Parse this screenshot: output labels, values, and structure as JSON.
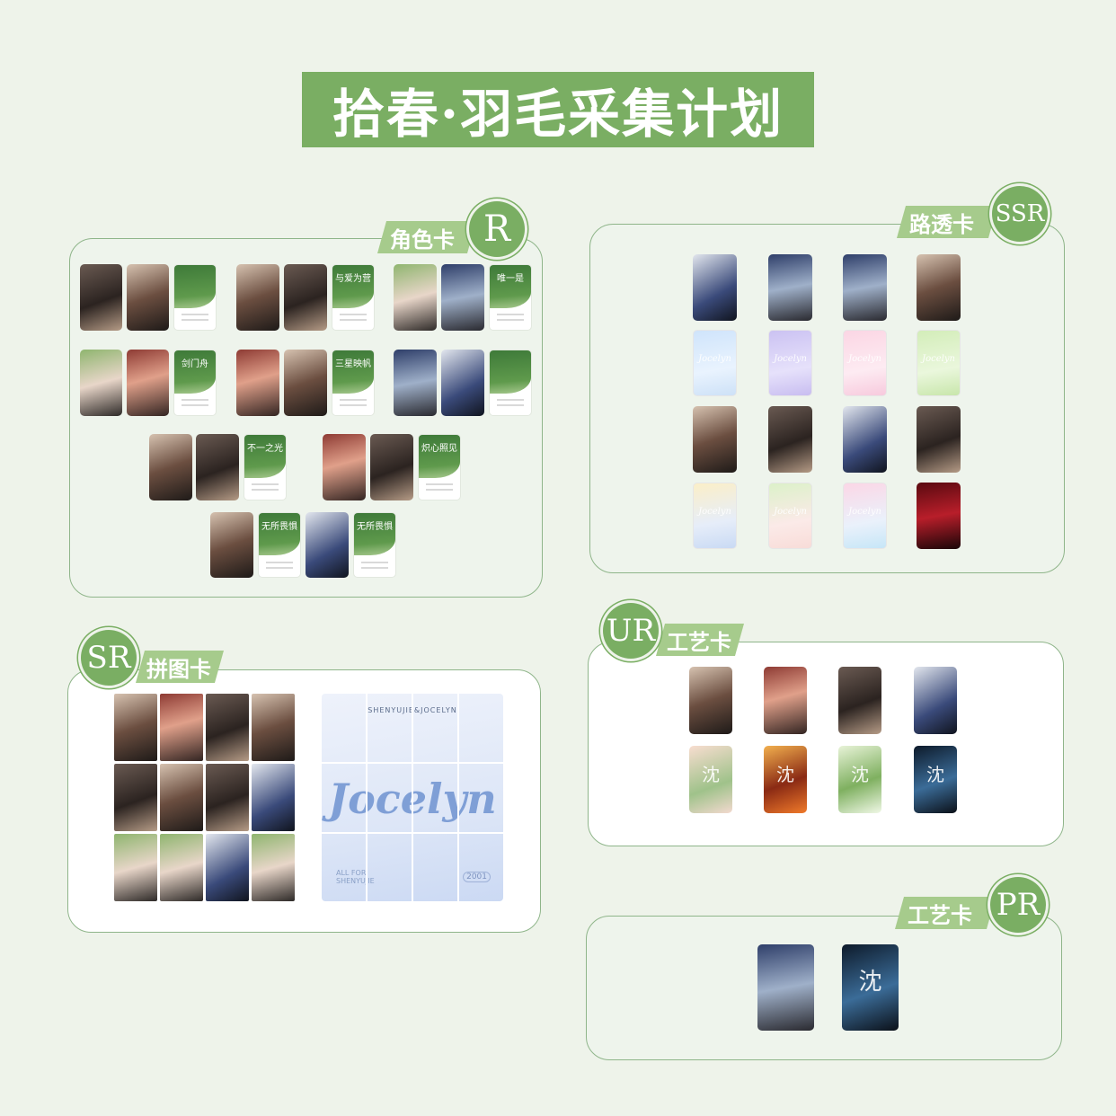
{
  "title": "拾春·羽毛采集计划",
  "colors": {
    "accent": "#7aae63",
    "ribbon": "#a6cb8c",
    "background": "#eef3ea"
  },
  "sections": {
    "r": {
      "ribbon": "角色卡",
      "rank": "R"
    },
    "ssr": {
      "ribbon": "路透卡",
      "rank": "SSR"
    },
    "sr": {
      "ribbon": "拼图卡",
      "rank": "SR"
    },
    "ur": {
      "ribbon": "工艺卡",
      "rank": "UR"
    },
    "pr": {
      "ribbon": "工艺卡",
      "rank": "PR"
    }
  },
  "role_card_titles": [
    "",
    "与爱为营",
    "唯一是",
    "剑门舟",
    "三星映帆",
    "",
    "不一之光",
    "炽心照见",
    "无所畏惧",
    "无所畏惧"
  ],
  "pastel_card_text": "Jocelyn",
  "puzzle": {
    "top_text": "SHENYUJIE&JOCELYN",
    "center_text": "Jocelyn",
    "bottom_text_1": "ALL FOR",
    "bottom_text_2": "SHENYUJIE",
    "year": "2001"
  },
  "craft_glyph": "沈"
}
